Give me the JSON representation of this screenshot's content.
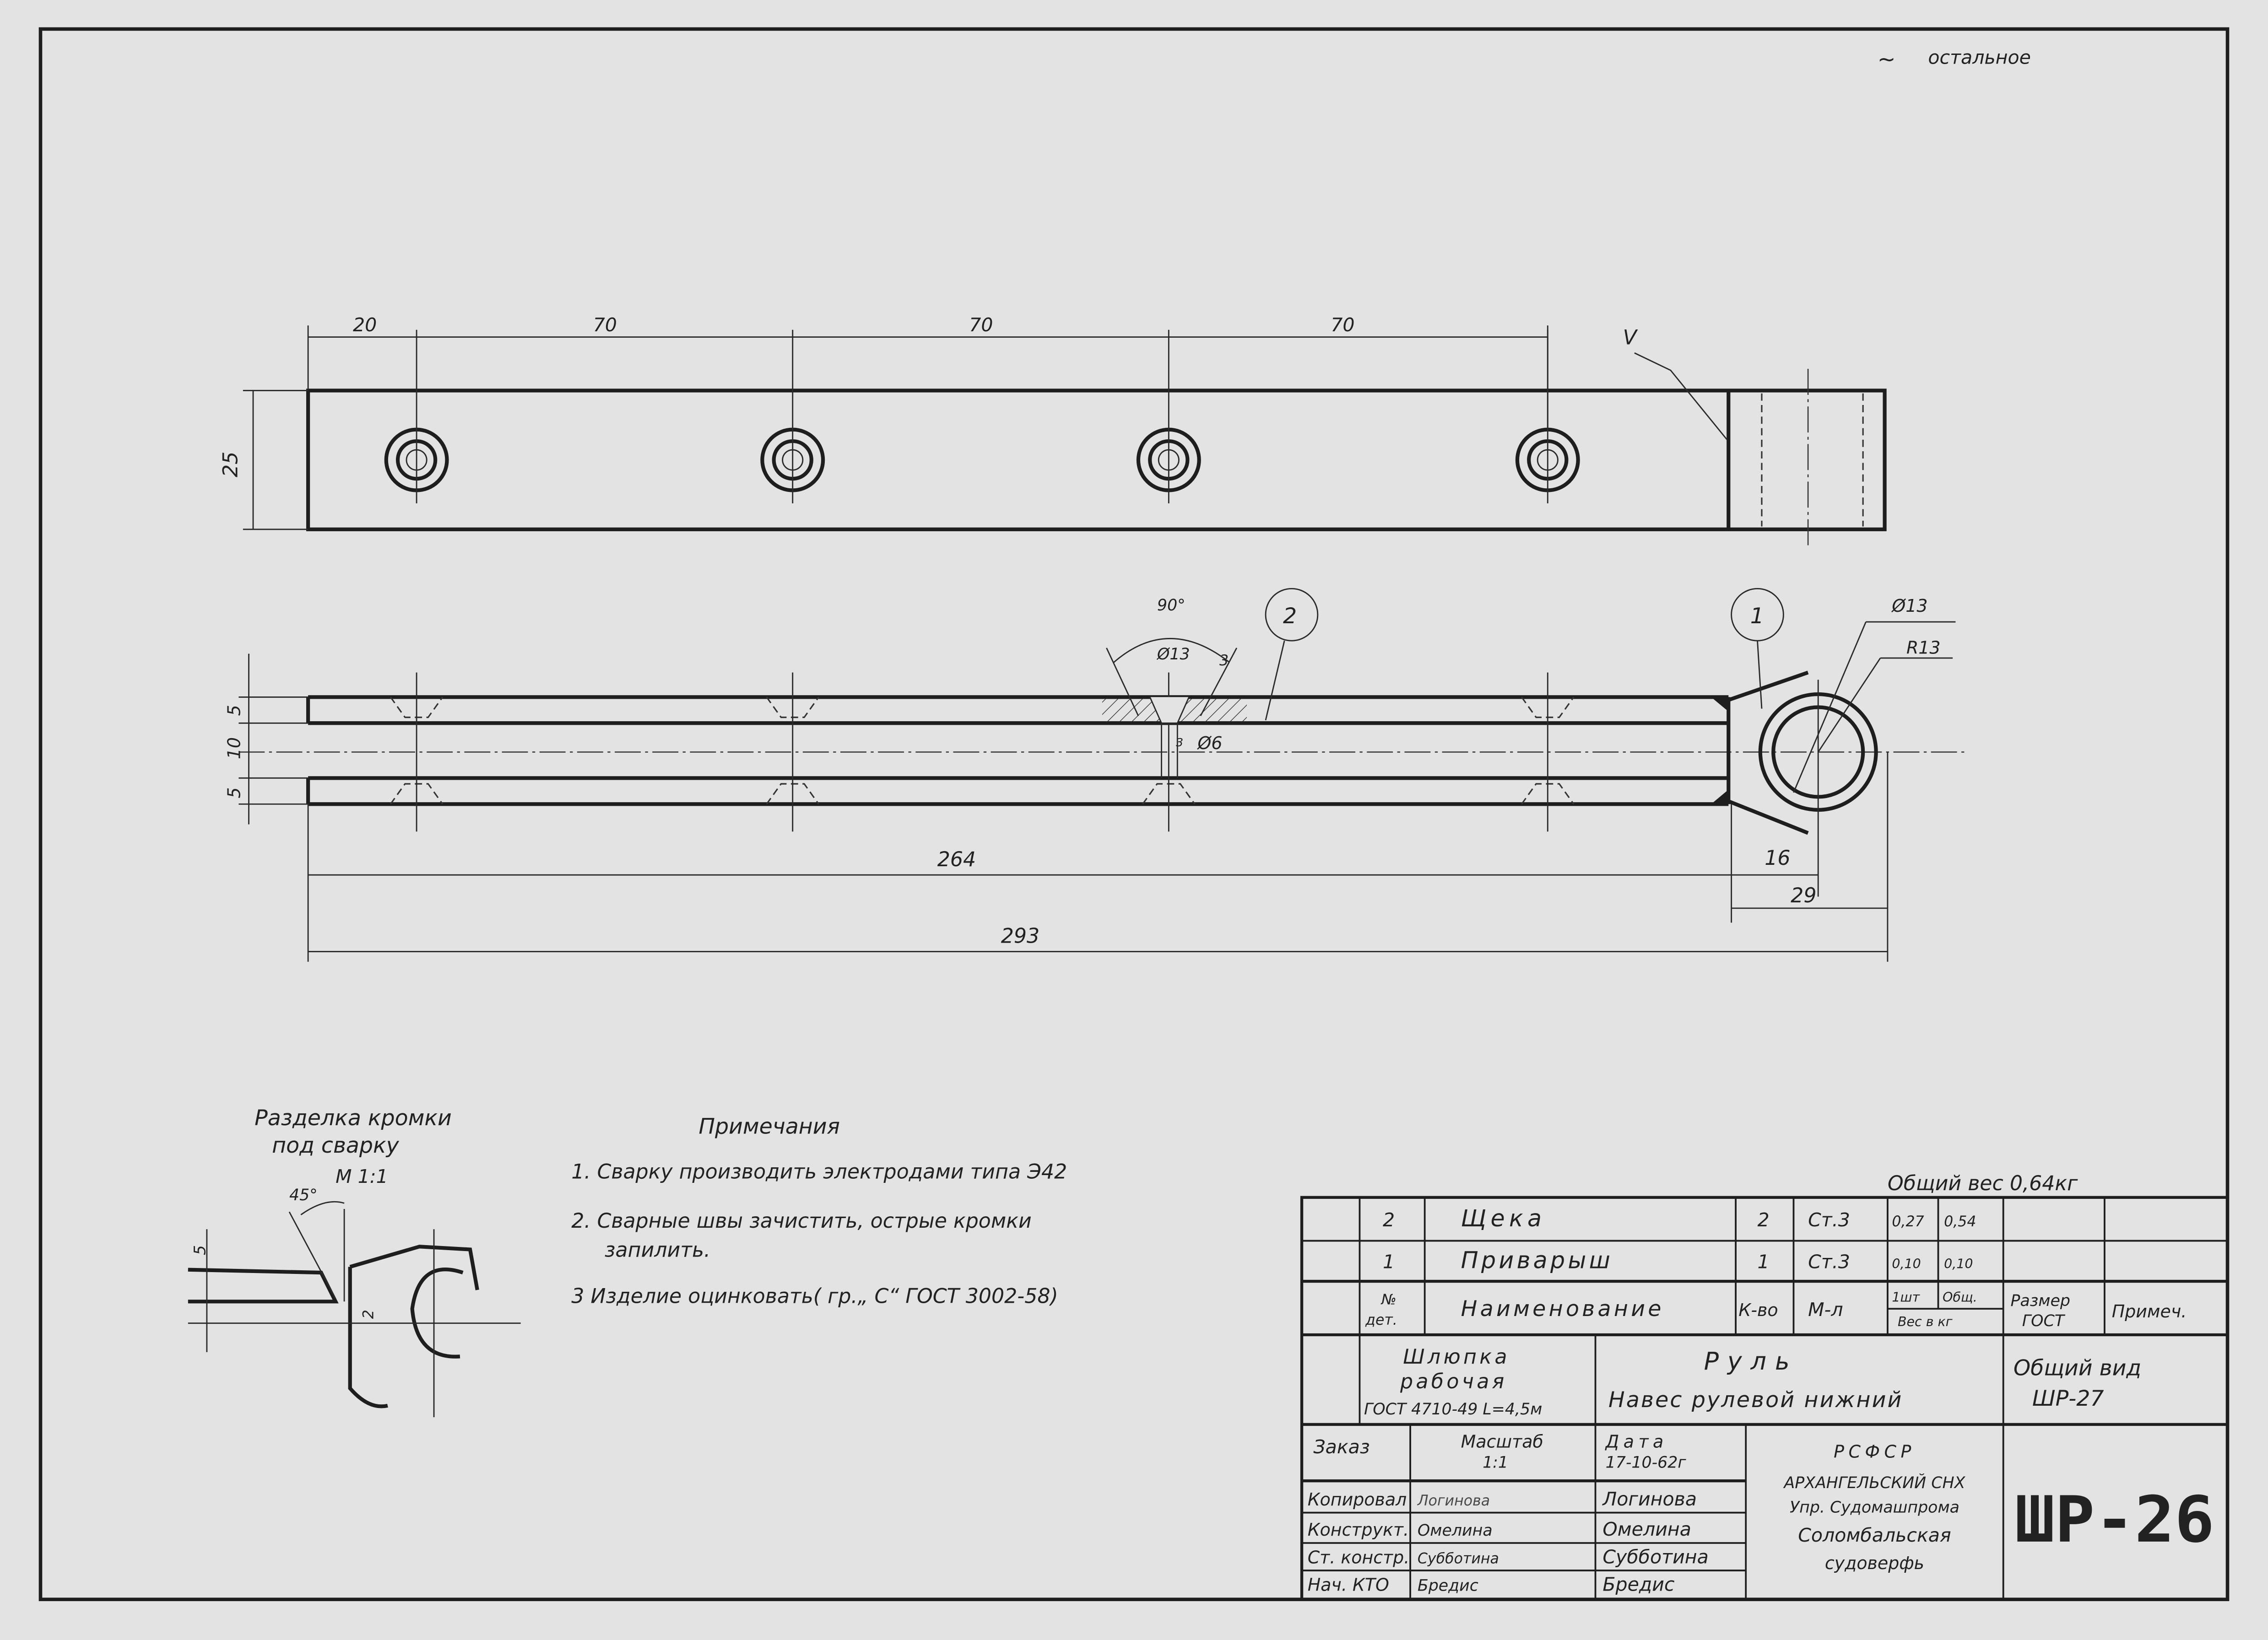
{
  "roughness_note": "остальное",
  "top_view": {
    "dims": [
      "20",
      "70",
      "70",
      "70"
    ],
    "height_dim": "25",
    "weld_mark": "V"
  },
  "side_view": {
    "angle": "90°",
    "countersink_dia": "Ø13",
    "countersink_depth": "3",
    "hole_dia": "Ø6",
    "hole_depth": "3",
    "lug_dia": "Ø13",
    "lug_radius": "R13",
    "left_dims": [
      "5",
      "10",
      "5"
    ],
    "dim_264": "264",
    "dim_16": "16",
    "dim_29": "29",
    "dim_293": "293",
    "balloons": [
      "2",
      "1"
    ]
  },
  "weld_detail": {
    "title_line1": "Разделка кромки",
    "title_line2": "под сварку",
    "scale": "М 1:1",
    "angle": "45°",
    "dim_a": "5",
    "dim_b": "2"
  },
  "notes": {
    "title": "Примечания",
    "items": [
      "1. Сварку производить электродами типа Э42",
      "2. Сварные швы зачистить, острые кромки",
      "запилить.",
      "3  Изделие оцинковать( гр.„ С“ ГОСТ 3002-58)"
    ]
  },
  "total_weight": "Общий вес 0,64кг",
  "parts_list": {
    "rows": [
      {
        "no": "2",
        "name": "Щека",
        "qty": "2",
        "material": "Ст.3",
        "unit_w": "0,27",
        "total_w": "0,54",
        "size": "",
        "note": ""
      },
      {
        "no": "1",
        "name": "Приварыш",
        "qty": "1",
        "material": "Ст.3",
        "unit_w": "0,10",
        "total_w": "0,10",
        "size": "",
        "note": ""
      }
    ],
    "header": {
      "no_1": "№",
      "no_2": "дет.",
      "name": "Наименование",
      "qty": "К-во",
      "material": "М-л",
      "unit": "1шт",
      "total": "Общ.",
      "weight": "Вес в кг",
      "size_1": "Размер",
      "size_2": "ГОСТ",
      "note": "Примеч."
    }
  },
  "title_block": {
    "product_1": "Шлюпка",
    "product_2": "рабочая",
    "product_3": "ГОСТ 4710-49 L=4,5м",
    "part_1": "Руль",
    "part_2": "Навес рулевой нижний",
    "general_1": "Общий вид",
    "general_2": "ШР-27",
    "order_label": "Заказ",
    "scale_label": "Масштаб",
    "scale_value": "1:1",
    "date_label": "Дата",
    "date_value": "17-10-62г",
    "roles": [
      {
        "role": "Копировал",
        "signed": "Логинова",
        "name": "Логинова"
      },
      {
        "role": "Конструкт.",
        "signed": "Омелина",
        "name": "Омелина"
      },
      {
        "role": "Ст. констр.",
        "signed": "Субботина",
        "name": "Субботина"
      },
      {
        "role": "Нач. КТО",
        "signed": "Бредис",
        "name": "Бредис"
      }
    ],
    "org_1": "РСФСР",
    "org_2": "АРХАНГЕЛЬСКИЙ СНХ",
    "org_3": "Упр. Судомашпрома",
    "org_4": "Соломбальская",
    "org_5": "судоверфь",
    "drawing_no": "ШР-26"
  }
}
